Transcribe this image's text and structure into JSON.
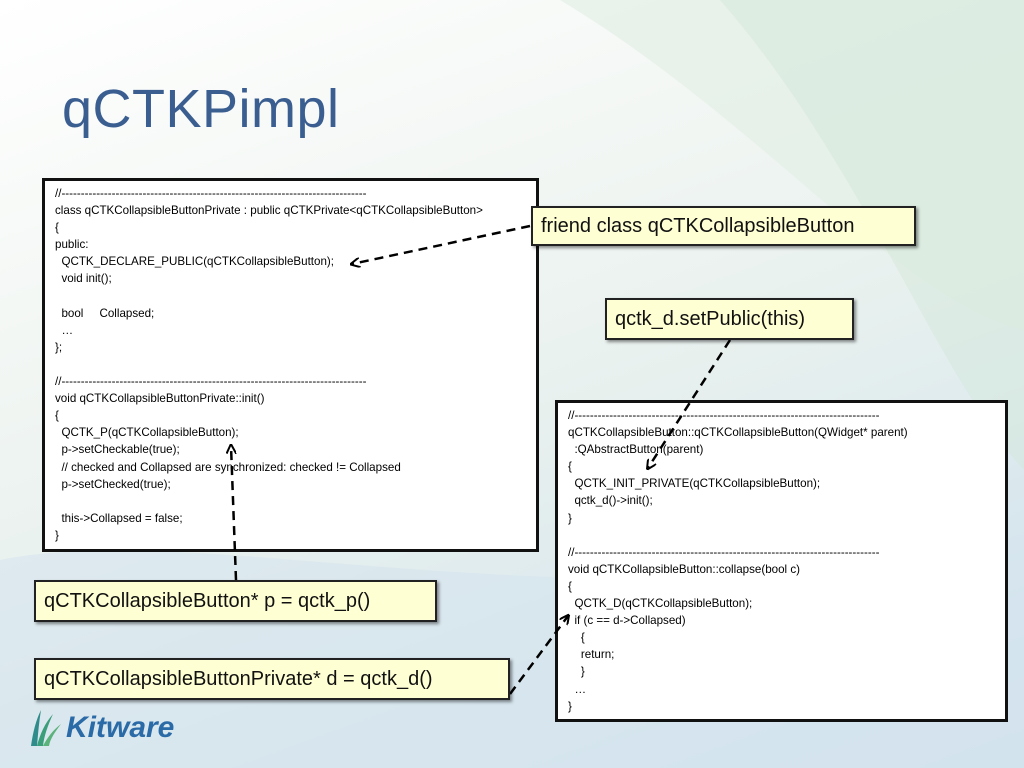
{
  "slide": {
    "title": "qCTKPimpl",
    "colors": {
      "title": "#3b5e91",
      "callout_fill": "#ffffd4",
      "logo": "#2a6aa6"
    }
  },
  "private_code": [
    "//-------------------------------------------------------------------------------",
    "class qCTKCollapsibleButtonPrivate : public qCTKPrivate<qCTKCollapsibleButton>",
    "{",
    "public:",
    "  QCTK_DECLARE_PUBLIC(qCTKCollapsibleButton);",
    "  void init();",
    "",
    "  bool     Collapsed;",
    "  …",
    "};",
    "",
    "//-------------------------------------------------------------------------------",
    "void qCTKCollapsibleButtonPrivate::init()",
    "{",
    "  QCTK_P(qCTKCollapsibleButton);",
    "  p->setCheckable(true);",
    "  // checked and Collapsed are synchronized: checked != Collapsed",
    "  p->setChecked(true);",
    "",
    "  this->Collapsed = false;",
    "}"
  ],
  "public_code": [
    "//-------------------------------------------------------------------------------",
    "qCTKCollapsibleButton::qCTKCollapsibleButton(QWidget* parent)",
    "  :QAbstractButton(parent)",
    "{",
    "  QCTK_INIT_PRIVATE(qCTKCollapsibleButton);",
    "  qctk_d()->init();",
    "}",
    "",
    "//-------------------------------------------------------------------------------",
    "void qCTKCollapsibleButton::collapse(bool c)",
    "{",
    "  QCTK_D(qCTKCollapsibleButton);",
    "  if (c == d->Collapsed)",
    "    {",
    "    return;",
    "    }",
    "  …",
    "}"
  ],
  "callouts": {
    "friend": "friend class qCTKCollapsibleButton",
    "set_public": "qctk_d.setPublic(this)",
    "qctk_p": "qCTKCollapsibleButton* p = qctk_p()",
    "qctk_d": "qCTKCollapsibleButtonPrivate* d = qctk_d()"
  },
  "logo": {
    "text": "Kitware",
    "icon": "kitware-leaf-icon"
  }
}
